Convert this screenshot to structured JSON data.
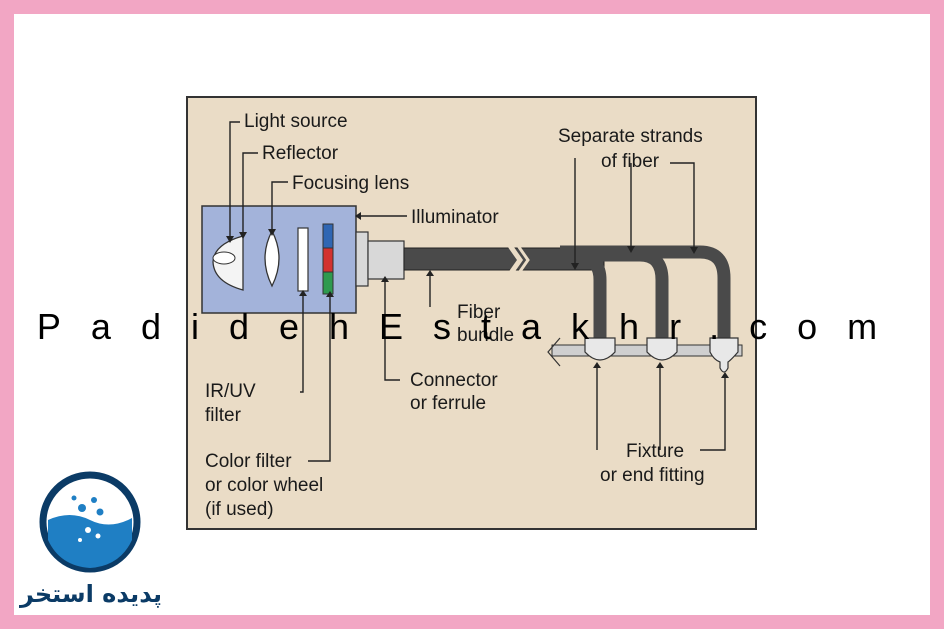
{
  "labels": {
    "light_source": "Light source",
    "reflector": "Reflector",
    "focusing_lens": "Focusing lens",
    "illuminator": "Illuminator",
    "separate_strands_1": "Separate strands",
    "separate_strands_2": "of fiber",
    "fiber_bundle_1": "Fiber",
    "fiber_bundle_2": "bundle",
    "ir_uv_1": "IR/UV",
    "ir_uv_2": "filter",
    "connector_1": "Connector",
    "connector_2": "or ferrule",
    "color_filter_1": "Color filter",
    "color_filter_2": "or color wheel",
    "color_filter_3": "(if used)",
    "fixture_1": "Fixture",
    "fixture_2": "or end fitting"
  },
  "watermark": "PadidehEstakhr.com",
  "logo": {
    "text": "پدیده استخر"
  },
  "colors": {
    "border": "#f2a6c4",
    "panel": "#eadcc6",
    "illuminator": "#a3b3da",
    "fiber": "#4a4a4a",
    "filter_blue": "#2f66b3",
    "filter_red": "#d3312f",
    "filter_green": "#2e9a4f",
    "logo_blue": "#1f7fc4"
  },
  "icons": [
    "reflector-icon",
    "lens-icon",
    "logo-icon"
  ]
}
